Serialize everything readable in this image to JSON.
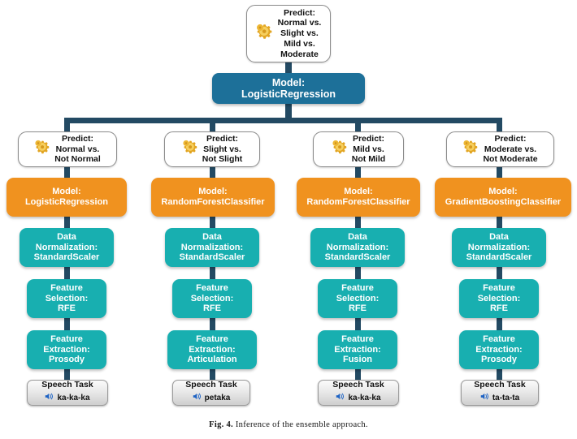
{
  "figure": {
    "caption_label": "Fig. 4.",
    "caption_text": "Inference of the ensemble approach."
  },
  "colors": {
    "root_model": "#1d7099",
    "branch_model": "#f0921f",
    "pipeline_step": "#18afb0",
    "connector": "#234a63",
    "speech_task_text": "#101010",
    "speaker_icon": "#1c62c4",
    "gear_icon": "#e8b42a"
  },
  "root": {
    "predict": {
      "icon": "gear-icon",
      "title": "Predict:",
      "lines": "Predict:\nNormal vs.\nSlight vs.\nMild vs.\nModerate"
    },
    "model": {
      "lines": "Model:\nLogisticRegression"
    }
  },
  "branches": [
    {
      "predict": {
        "icon": "gear-icon",
        "lines": "Predict:\nNormal vs.\nNot Normal"
      },
      "model": {
        "lines": "Model:\nLogisticRegression"
      },
      "normalization": {
        "lines": "Data\nNormalization:\nStandardScaler"
      },
      "selection": {
        "lines": "Feature\nSelection:\nRFE"
      },
      "extraction": {
        "lines": "Feature\nExtraction:\nProsody"
      },
      "speech": {
        "title": "Speech Task",
        "icon": "speaker-icon",
        "label": "ka-ka-ka"
      }
    },
    {
      "predict": {
        "icon": "gear-icon",
        "lines": "Predict:\nSlight vs.\nNot Slight"
      },
      "model": {
        "lines": "Model:\nRandomForestClassifier"
      },
      "normalization": {
        "lines": "Data\nNormalization:\nStandardScaler"
      },
      "selection": {
        "lines": "Feature\nSelection:\nRFE"
      },
      "extraction": {
        "lines": "Feature\nExtraction:\nArticulation"
      },
      "speech": {
        "title": "Speech Task",
        "icon": "speaker-icon",
        "label": "petaka"
      }
    },
    {
      "predict": {
        "icon": "gear-icon",
        "lines": "Predict:\nMild vs.\nNot Mild"
      },
      "model": {
        "lines": "Model:\nRandomForestClassifier"
      },
      "normalization": {
        "lines": "Data\nNormalization:\nStandardScaler"
      },
      "selection": {
        "lines": "Feature\nSelection:\nRFE"
      },
      "extraction": {
        "lines": "Feature\nExtraction:\nFusion"
      },
      "speech": {
        "title": "Speech Task",
        "icon": "speaker-icon",
        "label": "ka-ka-ka"
      }
    },
    {
      "predict": {
        "icon": "gear-icon",
        "lines": "Predict:\nModerate vs.\nNot Moderate"
      },
      "model": {
        "lines": "Model:\nGradientBoostingClassifier"
      },
      "normalization": {
        "lines": "Data\nNormalization:\nStandardScaler"
      },
      "selection": {
        "lines": "Feature\nSelection:\nRFE"
      },
      "extraction": {
        "lines": "Feature\nExtraction:\nProsody"
      },
      "speech": {
        "title": "Speech Task",
        "icon": "speaker-icon",
        "label": "ta-ta-ta"
      }
    }
  ]
}
